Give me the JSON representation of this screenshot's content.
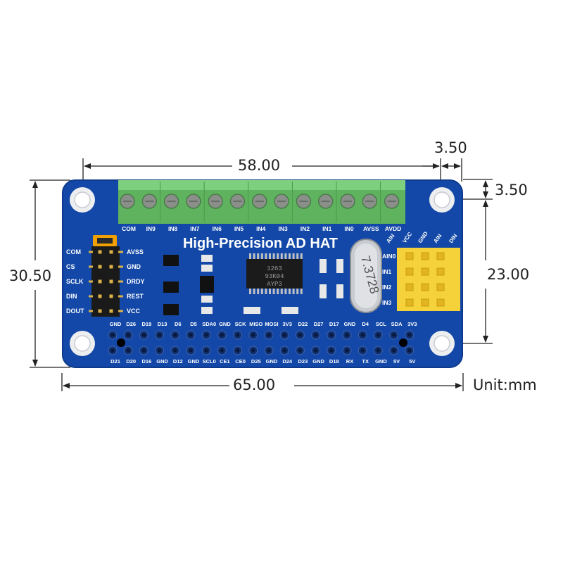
{
  "dimensions": {
    "width": "65.00",
    "height": "30.50",
    "header_span": "58.00",
    "hole_spacing_v": "23.00",
    "corner_offset_x": "3.50",
    "corner_offset_y": "3.50",
    "unit": "Unit:mm"
  },
  "board": {
    "title": "High-Precision AD HAT",
    "terminal_labels": [
      "COM",
      "IN9",
      "IN8",
      "IN7",
      "IN6",
      "IN5",
      "IN4",
      "IN3",
      "IN2",
      "IN1",
      "IN0",
      "AVSS",
      "AVDD"
    ],
    "jumper_left": [
      "COM",
      "CS",
      "SCLK",
      "DIN",
      "DOUT"
    ],
    "jumper_right": [
      "AVSS",
      "GND",
      "DRDY",
      "REST",
      "VCC"
    ],
    "ain_rows": [
      "AIN0",
      "IN1",
      "IN2",
      "IN3"
    ],
    "ain_header": [
      "AIN",
      "VCC",
      "GND",
      "AIN",
      "DIN"
    ],
    "gpio_top": [
      "GND",
      "D26",
      "D19",
      "D13",
      "D6",
      "D5",
      "SDA0",
      "GND",
      "SCK",
      "MISO",
      "MOSI",
      "3V3",
      "D22",
      "D27",
      "D17",
      "GND",
      "D4",
      "SCL",
      "SDA",
      "3V3"
    ],
    "gpio_bottom": [
      "D21",
      "D20",
      "D16",
      "GND",
      "D12",
      "GND",
      "SCL0",
      "CE1",
      "CE0",
      "D25",
      "GND",
      "D24",
      "D23",
      "GND",
      "D18",
      "RX",
      "TX",
      "GND",
      "5V",
      "5V"
    ],
    "adc_chip_text": [
      "1263",
      "93K04",
      "AYP3"
    ],
    "crystal_text": "7.3728"
  },
  "colors": {
    "pcb": "#1348a8",
    "terminal": "#6ec26e",
    "gold": "#f6d23a",
    "silk": "#ffffff"
  }
}
